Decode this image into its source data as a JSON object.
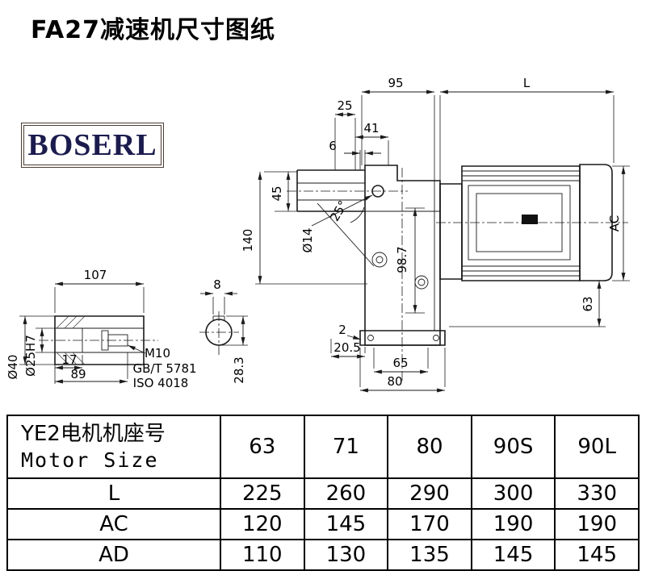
{
  "title": "FA27减速机尺寸图纸",
  "logo": "BOSERL",
  "dims": {
    "d95": "95",
    "dL": "L",
    "d25": "25",
    "d41": "41",
    "d6": "6",
    "d45": "45",
    "d140": "140",
    "d14": "Ø14",
    "deg25": "25°",
    "d98_7": "98.7",
    "dAC": "AC",
    "d63": "63",
    "d2": "2",
    "d20_5": "20.5",
    "d65": "65",
    "d80": "80",
    "d107": "107",
    "d17": "17",
    "d89": "89",
    "d40": "Ø40",
    "d25h7": "Ø25H7",
    "m10": "M10",
    "gbt": "GB/T 5781",
    "iso": "ISO 4018",
    "d8": "8",
    "d28_3": "28.3"
  },
  "table": {
    "header": {
      "label_cn": "YE2电机机座号",
      "label_en": "Motor Size",
      "columns": [
        "63",
        "71",
        "80",
        "90S",
        "90L"
      ]
    },
    "rows": [
      {
        "label": "L",
        "values": [
          "225",
          "260",
          "290",
          "300",
          "330"
        ]
      },
      {
        "label": "AC",
        "values": [
          "120",
          "145",
          "170",
          "190",
          "190"
        ]
      },
      {
        "label": "AD",
        "values": [
          "110",
          "130",
          "135",
          "145",
          "145"
        ]
      }
    ]
  }
}
